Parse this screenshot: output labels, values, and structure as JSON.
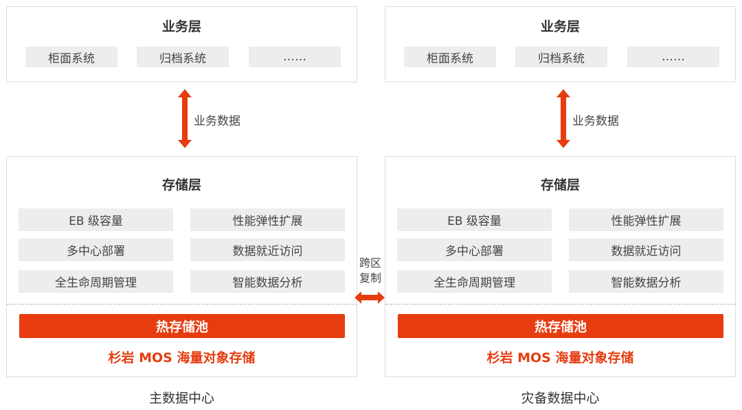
{
  "datacenters": [
    {
      "business_layer": {
        "title": "业务层",
        "items": [
          "柜面系统",
          "归档系统",
          "……"
        ]
      },
      "arrow_label": "业务数据",
      "storage_layer": {
        "title": "存储层",
        "features": [
          "EB 级容量",
          "性能弹性扩展",
          "多中心部署",
          "数据就近访问",
          "全生命周期管理",
          "智能数据分析"
        ],
        "hot_pool": "热存储池",
        "product": "杉岩 MOS 海量对象存储"
      },
      "name": "主数据中心"
    },
    {
      "business_layer": {
        "title": "业务层",
        "items": [
          "柜面系统",
          "归档系统",
          "……"
        ]
      },
      "arrow_label": "业务数据",
      "storage_layer": {
        "title": "存储层",
        "features": [
          "EB 级容量",
          "性能弹性扩展",
          "多中心部署",
          "数据就近访问",
          "全生命周期管理",
          "智能数据分析"
        ],
        "hot_pool": "热存储池",
        "product": "杉岩 MOS 海量对象存储"
      },
      "name": "灾备数据中心"
    }
  ],
  "replication": {
    "line1": "跨区",
    "line2": "复制"
  },
  "colors": {
    "accent": "#e63c10",
    "chip": "#ededed",
    "border": "#dddddd"
  }
}
